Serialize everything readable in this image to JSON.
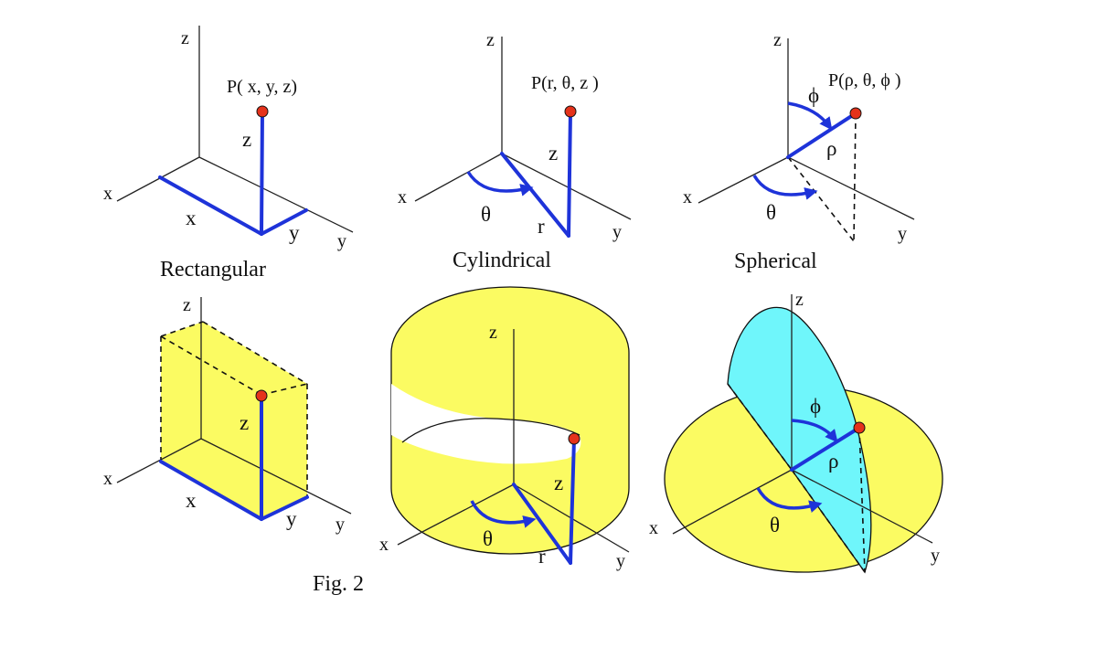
{
  "colors": {
    "vector": "#1e33d9",
    "point": "#e5321b",
    "surface": "#fbfb62",
    "sphere_wedge": "#6ff6fb",
    "axes": "#222222"
  },
  "panels": {
    "rect": {
      "point_label": "P( x, y, z)",
      "caption": "Rectangular",
      "axis_x": "x",
      "axis_y": "y",
      "axis_z": "z",
      "comp_x": "x",
      "comp_y": "y",
      "comp_z": "z"
    },
    "cyl": {
      "point_label": "P(r, θ, z )",
      "caption": "Cylindrical",
      "axis_x": "x",
      "axis_y": "y",
      "axis_z": "z",
      "comp_theta": "θ",
      "comp_r": "r",
      "comp_z": "z"
    },
    "sph": {
      "point_label": "P(ρ, θ, ϕ )",
      "caption": "Spherical",
      "axis_x": "x",
      "axis_y": "y",
      "axis_z": "z",
      "comp_phi": "ϕ",
      "comp_rho": "ρ",
      "comp_theta": "θ"
    },
    "rect_solid": {
      "axis_x": "x",
      "axis_y": "y",
      "axis_z": "z",
      "comp_x": "x",
      "comp_y": "y",
      "comp_z": "z"
    },
    "cyl_solid": {
      "axis_x": "x",
      "axis_y": "y",
      "axis_z": "z",
      "comp_theta": "θ",
      "comp_r": "r",
      "comp_z": "z"
    },
    "sph_solid": {
      "axis_x": "x",
      "axis_y": "y",
      "axis_z": "z",
      "comp_phi": "ϕ",
      "comp_rho": "ρ",
      "comp_theta": "θ"
    }
  },
  "figure_label": "Fig. 2"
}
